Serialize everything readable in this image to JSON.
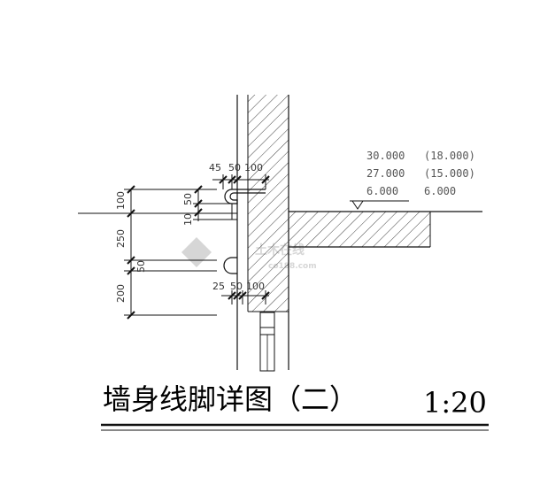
{
  "title": "墙身线脚详图（二）",
  "scale": "1:20",
  "levels": [
    {
      "left": "30.000",
      "right": "(18.000)"
    },
    {
      "left": "27.000",
      "right": "(15.000)"
    },
    {
      "left": "6.000",
      "right": "6.000"
    }
  ],
  "dims_vertical": {
    "d100": "100",
    "d250": "250",
    "d50": "50",
    "d200": "200"
  },
  "dims_moulding": {
    "d50": "50",
    "d10": "10"
  },
  "dims_top": {
    "d45": "45",
    "d50": "50",
    "d100": "100"
  },
  "dims_bottom": {
    "d25": "25",
    "d50": "50",
    "d100": "100"
  },
  "watermark": "土木在线",
  "watermark_sub": "co188.com",
  "colors": {
    "line": "#111111",
    "hatch": "#444444",
    "watermark": "#d6d6d6"
  }
}
